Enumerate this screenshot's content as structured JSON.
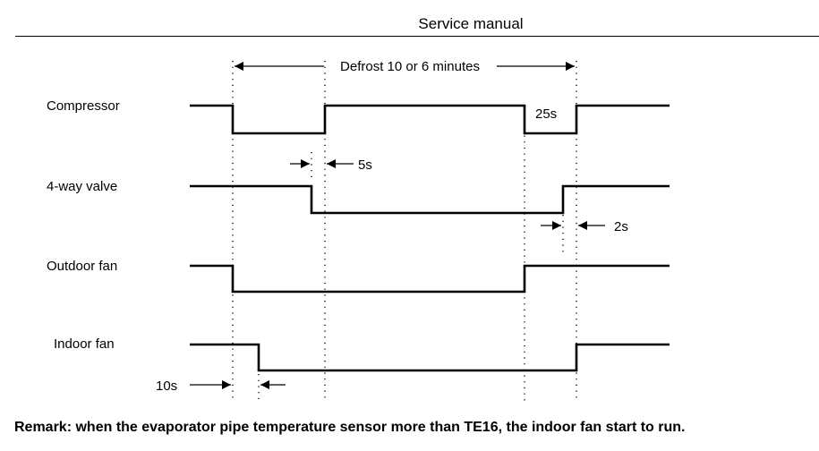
{
  "header": {
    "title": "Service manual"
  },
  "signals": [
    {
      "label": "Compressor"
    },
    {
      "label": "4-way valve"
    },
    {
      "label": "Outdoor fan"
    },
    {
      "label": "Indoor fan"
    }
  ],
  "annotations": {
    "defrost_span": "Defrost 10 or 6 minutes",
    "compressor_restart_delay": "25s",
    "valve_delay": "5s",
    "valve_return_delay": "2s",
    "indoor_fan_delay": "10s"
  },
  "remark": "Remark: when the evaporator pipe temperature sensor more than TE16, the indoor fan start to run."
}
